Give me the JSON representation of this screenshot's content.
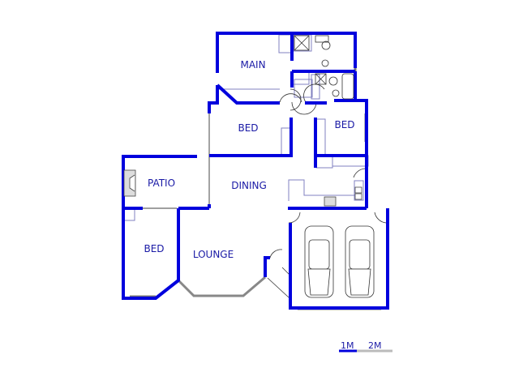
{
  "plan": {
    "colors": {
      "wall": "#0000dd",
      "fixture": "#8080c0",
      "window": "#888888",
      "label": "#1a1aa6",
      "background": "#ffffff"
    },
    "rooms": [
      {
        "id": "main",
        "label": "MAIN"
      },
      {
        "id": "bed1",
        "label": "BED"
      },
      {
        "id": "bed2",
        "label": "BED"
      },
      {
        "id": "patio",
        "label": "PATIO"
      },
      {
        "id": "dining",
        "label": "DINING"
      },
      {
        "id": "bed3",
        "label": "BED"
      },
      {
        "id": "lounge",
        "label": "LOUNGE"
      }
    ],
    "garage": {
      "cars": 2
    }
  },
  "scale": {
    "label_1": "1M",
    "label_2": "2M"
  }
}
